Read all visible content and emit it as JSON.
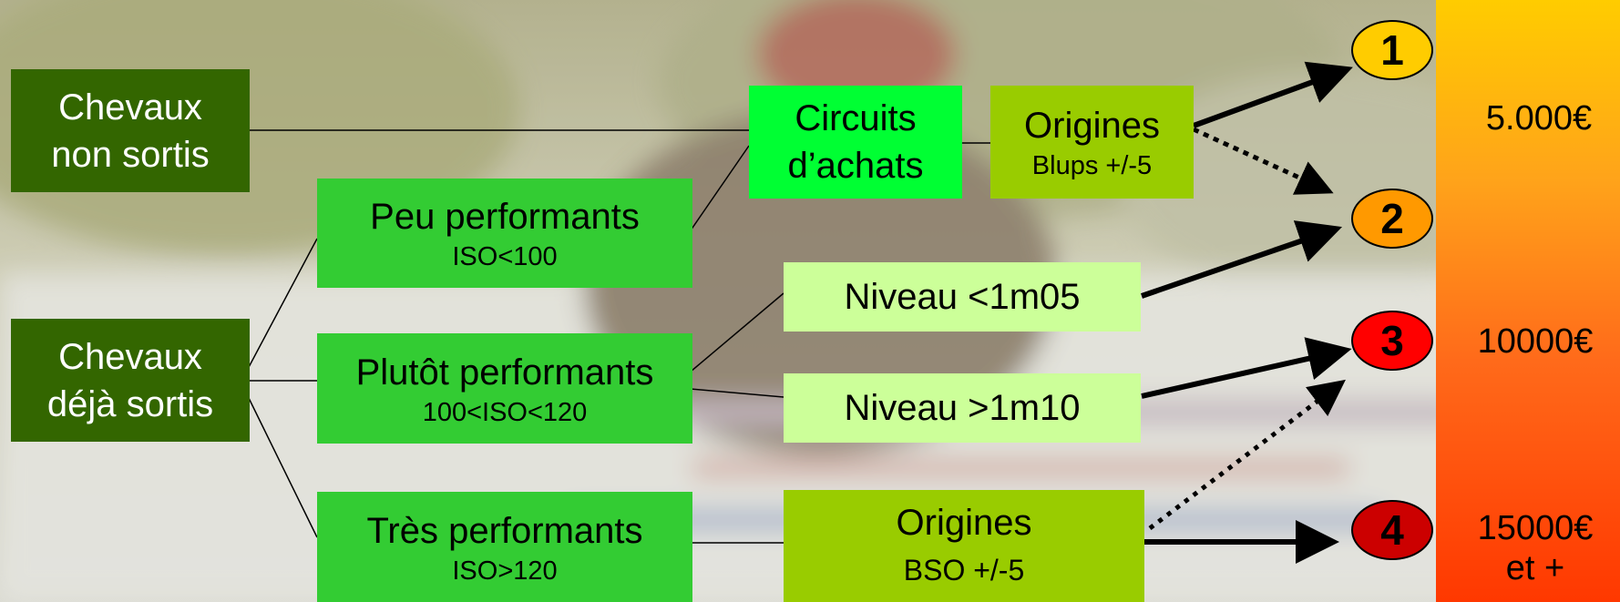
{
  "left_boxes": {
    "non_sortis": [
      "Chevaux",
      "non sortis"
    ],
    "deja_sortis": [
      "Chevaux",
      "déjà sortis"
    ]
  },
  "performance": {
    "peu": {
      "label": "Peu performants",
      "sub": "ISO<100"
    },
    "plutot": {
      "label": "Plutôt performants",
      "sub": "100<ISO<120"
    },
    "tres": {
      "label": "Très performants",
      "sub": "ISO>120"
    }
  },
  "circuits": [
    "Circuits",
    "d’achats"
  ],
  "origines_blups": {
    "label": "Origines",
    "sub": "Blups +/-5"
  },
  "niveau_low": "Niveau <1m05",
  "niveau_high": "Niveau >1m10",
  "origines_bso": {
    "label": "Origines",
    "sub": "BSO +/-5"
  },
  "categories": [
    {
      "number": "1",
      "color": "#ffcc00"
    },
    {
      "number": "2",
      "color": "#ff9900"
    },
    {
      "number": "3",
      "color": "#ff0000"
    },
    {
      "number": "4",
      "color": "#cc0000"
    }
  ],
  "prices": {
    "p1": "5.000€",
    "p3": "10000€",
    "p4_line1": "15000€",
    "p4_line2": "et +"
  },
  "colors": {
    "dark_green": "#336600",
    "medium_green": "#33cc33",
    "bright_green": "#00ff33",
    "lime": "#99cc00",
    "pale_green": "#ccff99"
  }
}
